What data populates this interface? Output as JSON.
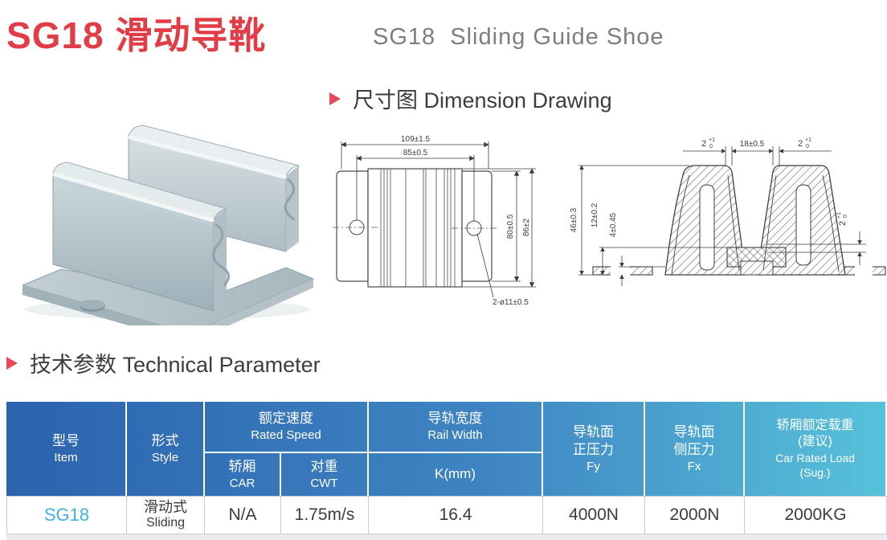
{
  "page": {
    "title_zh": "SG18 滑动导靴",
    "title_en": "SG18  Sliding Guide Shoe"
  },
  "sections": {
    "dimension": "尺寸图 Dimension Drawing",
    "technical": "技术参数 Technical Parameter"
  },
  "colors": {
    "accent_red": "#e23c46",
    "header_gradient_left": "#2b63ae",
    "header_gradient_right": "#57c2da",
    "model_blue": "#41b0dd"
  },
  "drawings": {
    "front_view": {
      "width_outer": "109±1.5",
      "width_inner": "85±0.5",
      "height_inner": "80±0.5",
      "height_outer": "86±2",
      "holes": "2-ø11±0.5"
    },
    "cross_section": {
      "height": "46±0.3",
      "mid_height": "12±0.2",
      "base_height": "4±0.45",
      "rail_width": "18±0.5",
      "lip_base": "2",
      "lip_sup": "+1",
      "lip_sub": "0"
    }
  },
  "table": {
    "header": {
      "item_zh": "型号",
      "item_en": "Item",
      "style_zh": "形式",
      "style_en": "Style",
      "speed_zh": "额定速度",
      "speed_en": "Rated Speed",
      "car_zh": "轿厢",
      "car_en": "CAR",
      "cwt_zh": "对重",
      "cwt_en": "CWT",
      "rail_zh": "导轨宽度",
      "rail_en": "Rail Width",
      "rail_unit": "K(mm)",
      "fy_zh1": "导轨面",
      "fy_zh2": "正压力",
      "fy_en": "Fy",
      "fx_zh1": "导轨面",
      "fx_zh2": "侧压力",
      "fx_en": "Fx",
      "load_zh1": "轿厢额定载重",
      "load_zh2": "(建议)",
      "load_en1": "Car Rated Load",
      "load_en2": "(Sug.)"
    },
    "row": {
      "item": "SG18",
      "style_zh": "滑动式",
      "style_en": "Sliding",
      "car": "N/A",
      "cwt": "1.75m/s",
      "rail": "16.4",
      "fy": "4000N",
      "fx": "2000N",
      "load": "2000KG"
    }
  }
}
